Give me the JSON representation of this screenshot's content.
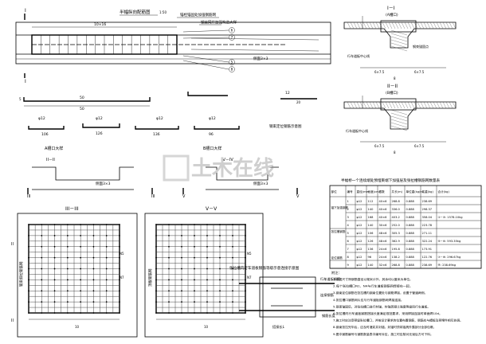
{
  "plan": {
    "title": "半幅纵向配筋图",
    "scale": "1:50",
    "callout_A": "锚栓锚固处加强钢筋网",
    "callout_B": "钢丝网片加强构造大样",
    "dim_main": "10×16",
    "dim_side": "侧面3×3",
    "sec_mark": "I",
    "num_5": "5",
    "num_6": "6",
    "num_7": "7",
    "num_8": "8"
  },
  "bars": {
    "b1_top": "50",
    "b1_dim": "5",
    "b2_label": "φ12",
    "b2_d1": "106",
    "b2_d2": "20",
    "b3_label": "φ12",
    "b3_d1": "126",
    "b4_label": "φ12",
    "b4_d1": "136",
    "b5_label": "φ12",
    "b5_d1": "96",
    "b6_label": "12",
    "b6_d": "20",
    "detail_A": "A槽口大样",
    "detail_B": "B槽口大样",
    "struct_title": "钢束定位钢筋示意图",
    "sec_II": "II－II",
    "sec_IV": "IV－IV"
  },
  "sections": {
    "sec_I_title": "I－I",
    "sec_I_sub": "(A槽口)",
    "sec_II_title": "II－II",
    "sec_II_sub": "(B槽口)",
    "label_lane": "行车道板中心线",
    "anchor_note": "钢束锚固点",
    "dim_a": "6×7.5",
    "dim_b": "6×7.5",
    "dim_c": "6×7.5",
    "dim_d": "6×7.5",
    "dim_top": "8",
    "dim_bot": "8"
  },
  "detail_sections": {
    "sec_III": "III－III",
    "sec_V": "V－V",
    "lbl_III": "III",
    "lbl_V": "V",
    "lbl_II": "II",
    "label_left": "钢束斜拉钢筋网",
    "label_right": "顶板钢筋网",
    "n1": "N5",
    "n2": "N7",
    "n3": "N5",
    "n4": "N7",
    "d1": "10",
    "d2": "10",
    "d3": "3×3"
  },
  "middle_detail": {
    "title": "张拉槽内行车道板钢筋等级示意连接示意图",
    "lbl_lane": "行车道板钢筋",
    "lbl_bar": "连接钢筋",
    "lbl_dim": "搭接长L",
    "lbl_length": "钢筋长度"
  },
  "table": {
    "title": "半幅桥一个连续端处预埋束端下加强层及张拉槽钢筋网数量表",
    "headers": [
      "部位",
      "编号",
      "直径(mm)",
      "长度(cm)",
      "根数",
      "共长(m)",
      "单位重(kg/m)",
      "共重(kg)",
      "合计(kg)"
    ],
    "groups": [
      "锚下加强钢筋",
      "张拉槽钢筋",
      "定位钢筋"
    ],
    "rows": [
      [
        "1",
        "φ12",
        "112",
        "40×6",
        "268.8",
        "0.888",
        "238.69",
        ""
      ],
      [
        "2",
        "φ12",
        "140",
        "40×6",
        "336.0",
        "0.888",
        "298.37",
        ""
      ],
      [
        "3",
        "φ12",
        "168",
        "40×6",
        "403.2",
        "0.888",
        "358.04",
        "①~③: 1578.10kg"
      ],
      [
        "4",
        "φ12",
        "140",
        "30×6",
        "252.0",
        "0.888",
        "223.78",
        ""
      ],
      [
        "5",
        "φ12",
        "106",
        "48×6",
        "305.3",
        "0.888",
        "271.11",
        ""
      ],
      [
        "6",
        "φ12",
        "126",
        "48×6",
        "362.9",
        "0.888",
        "322.24",
        "⑤~⑥: 593.35kg"
      ],
      [
        "7",
        "φ12",
        "136",
        "24×6",
        "195.8",
        "0.888",
        "173.91",
        ""
      ],
      [
        "8",
        "φ12",
        "96",
        "24×6",
        "138.2",
        "0.888",
        "122.76",
        "⑦~⑧: 296.67kg"
      ],
      [
        "9",
        "φ12",
        "140",
        "32×6",
        "268.8",
        "0.888",
        "238.69",
        "⑨: 238.69kg"
      ]
    ],
    "notes_title": "附注：",
    "notes": [
      "1.本图尺寸除钢筋直径以毫米计外，其余均以厘米为单位。",
      "2.每个张拉槽口N1、N4与行车道板钢筋网焊接在一起。",
      "3.钢束定位钢筋在张拉槽内钢束位置处与钢筋焊接，设置于管道两侧。",
      "4.张拉槽口钢筋网片应与行车道板钢筋网焊接连接。",
      "5.钢束锚固后，对张拉槽口进行封锚，封锚混凝土强度等级同行车道板。",
      "6.张拉槽内行车道板钢筋搭接长度满足规范要求，采用焊接连接时单面焊10d。",
      "7.施工时应注意预留张拉槽口，并按设计要求的位置布置钢筋，钢筋应与模板及预埋件相互协调。",
      "8.钢束张拉完毕后，应及时灌浆并封锚，封锚时须将锚具外露部分全部包裹。",
      "9.图中钢筋编号与钢筋数量表中编号对应，施工时应核对无误后方可下料。"
    ]
  },
  "watermark": "土木在线",
  "colors": {
    "line": "#000000",
    "watermark": "#cfcfcf"
  }
}
